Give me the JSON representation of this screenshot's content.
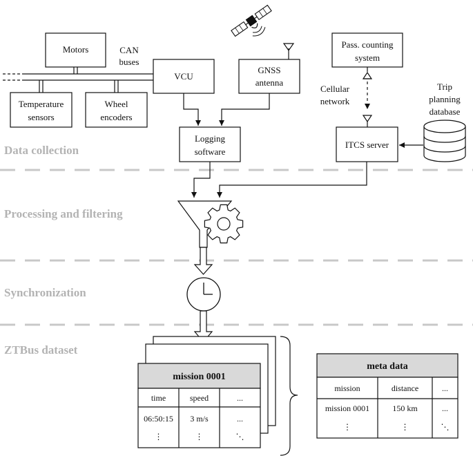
{
  "sections": {
    "data_collection": "Data collection",
    "processing": "Processing and filtering",
    "synchronization": "Synchronization",
    "dataset": "ZTBus dataset"
  },
  "components": {
    "motors": "Motors",
    "can_buses": [
      "CAN",
      "buses"
    ],
    "vcu": "VCU",
    "gnss": [
      "GNSS",
      "antenna"
    ],
    "temperature": [
      "Temperature",
      "sensors"
    ],
    "wheel": [
      "Wheel",
      "encoders"
    ],
    "logging": [
      "Logging",
      "software"
    ],
    "pass_counting": [
      "Pass. counting",
      "system"
    ],
    "cellular": [
      "Cellular",
      "network"
    ],
    "trip_db": [
      "Trip",
      "planning",
      "database"
    ],
    "itcs": "ITCS server"
  },
  "mission_table": {
    "title": "mission 0001",
    "headers": [
      "time",
      "speed",
      "..."
    ],
    "rows": [
      [
        "06:50:15",
        "3 m/s",
        "..."
      ],
      [
        "⋮",
        "⋮",
        "⋱"
      ]
    ]
  },
  "meta_table": {
    "title": "meta data",
    "headers": [
      "mission",
      "distance",
      "..."
    ],
    "rows": [
      [
        "mission 0001",
        "150 km",
        "..."
      ],
      [
        "⋮",
        "⋮",
        "⋱"
      ]
    ]
  }
}
